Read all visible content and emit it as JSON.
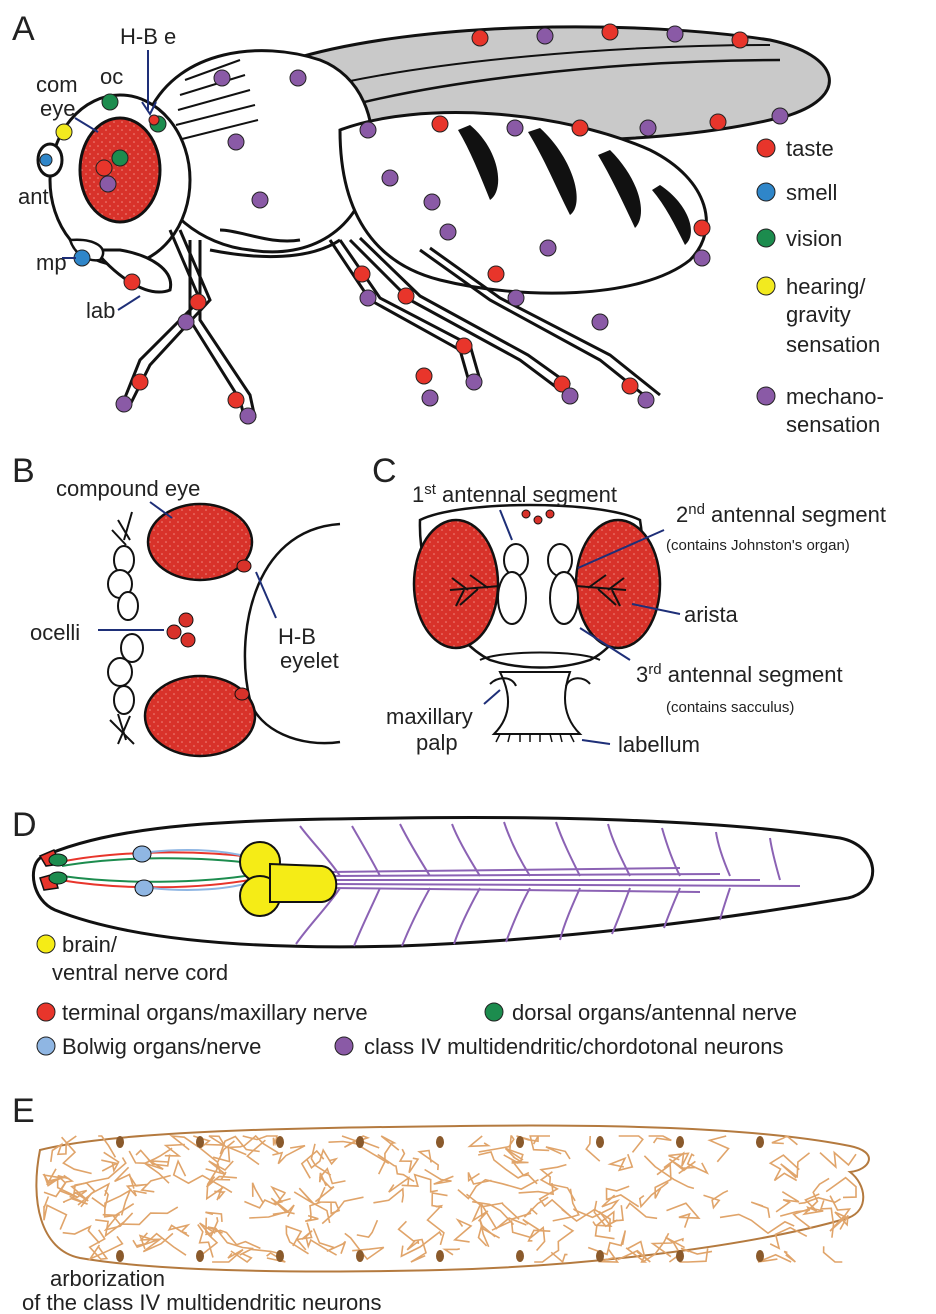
{
  "panels": {
    "A": {
      "letter": "A",
      "labels": {
        "hbe": "H-B e",
        "oc": "oc",
        "com": "com",
        "eye": "eye",
        "ant": "ant",
        "mp": "mp",
        "lab": "lab"
      },
      "legend": [
        {
          "label": "taste",
          "color": "#e8352b"
        },
        {
          "label": "smell",
          "color": "#2f86c9"
        },
        {
          "label": "vision",
          "color": "#1c8c4e"
        },
        {
          "label": "hearing/",
          "color": "#f2ea1f"
        },
        {
          "label": "gravity",
          "color": null
        },
        {
          "label": "sensation",
          "color": null
        },
        {
          "label": "mechano-",
          "color": "#8a5aa6"
        },
        {
          "label": "sensation",
          "color": null
        }
      ]
    },
    "B": {
      "letter": "B",
      "labels": {
        "compound_eye": "compound eye",
        "ocelli": "ocelli",
        "hb": "H-B",
        "eyelet": "eyelet"
      }
    },
    "C": {
      "letter": "C",
      "labels": {
        "seg1_num": "1",
        "seg1_sup": "st",
        "seg1_rest": " antennal segment",
        "seg2_num": "2",
        "seg2_sup": "nd",
        "seg2_rest": " antennal segment",
        "seg2_note": "(contains Johnston's organ)",
        "arista": "arista",
        "seg3_num": "3",
        "seg3_sup": "rd",
        "seg3_rest": " antennal segment",
        "seg3_note": "(contains sacculus)",
        "maxillary": "maxillary",
        "palp": "palp",
        "labellum": "labellum"
      }
    },
    "D": {
      "letter": "D",
      "legend": {
        "brain_1": "brain/",
        "brain_2": "ventral nerve cord",
        "terminal": "terminal organs/maxillary nerve",
        "dorsal": "dorsal organs/antennal nerve",
        "bolwig": "Bolwig organs/nerve",
        "class4": "class IV multidendritic/chordotonal neurons"
      }
    },
    "E": {
      "letter": "E",
      "caption_1": "arborization",
      "caption_2": "of the class IV multidendritic neurons"
    }
  },
  "colors": {
    "taste": "#e8352b",
    "smell": "#2f86c9",
    "vision": "#1c8c4e",
    "hearing": "#f2ea1f",
    "mechano": "#8a5aa6",
    "eye_red": "#d8322a",
    "brain_yellow": "#f5ec16",
    "bolwig_blue": "#8fb6e3",
    "dendrite_orange": "#e0a46a",
    "arrow_navy": "#1e2f78"
  }
}
